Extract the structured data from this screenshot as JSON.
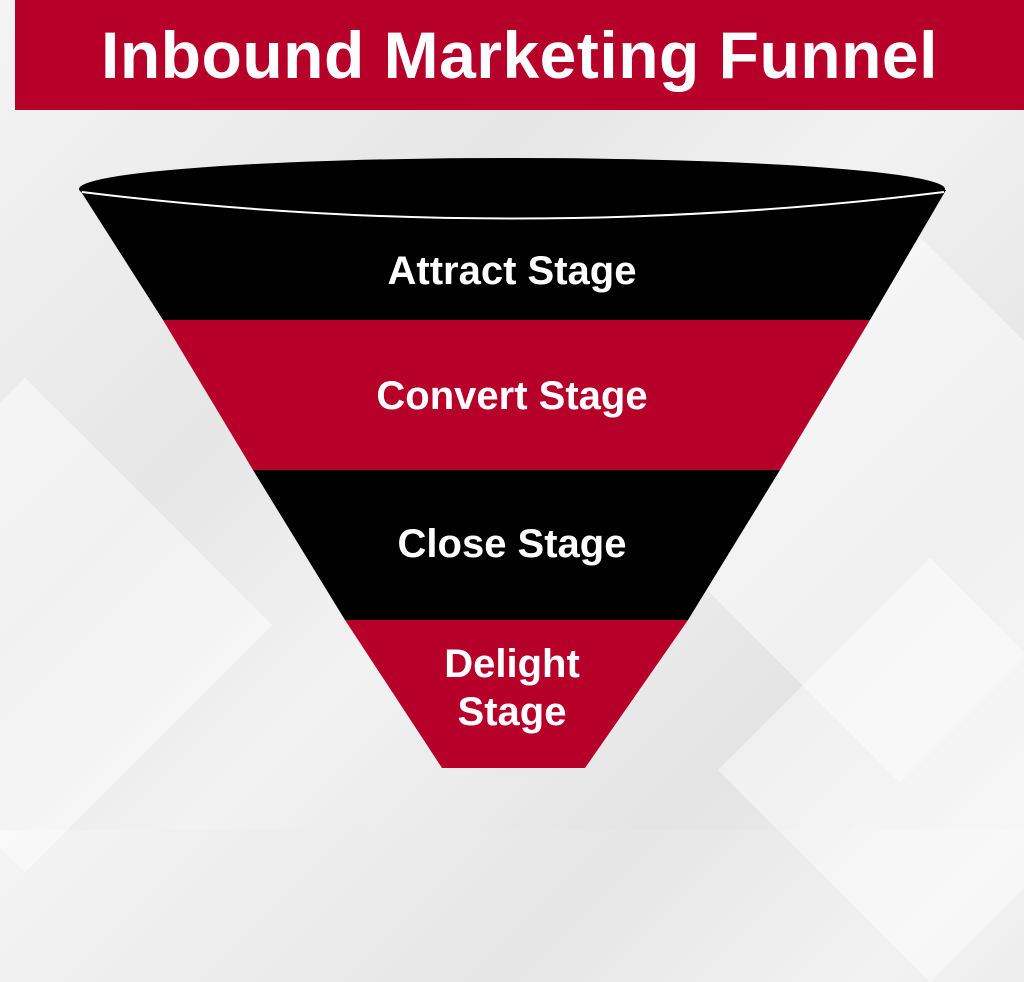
{
  "header": {
    "title": "Inbound Marketing Funnel"
  },
  "colors": {
    "red": "#b6002a",
    "black": "#000000",
    "text": "#ffffff",
    "background": "#ececec"
  },
  "funnel": {
    "stages": [
      {
        "label": "Attract Stage",
        "color": "#000000"
      },
      {
        "label": "Convert Stage",
        "color": "#b6002a"
      },
      {
        "label": "Close Stage",
        "color": "#000000"
      },
      {
        "label": "Delight Stage",
        "line1": "Delight",
        "line2": "Stage",
        "color": "#b6002a"
      }
    ]
  }
}
